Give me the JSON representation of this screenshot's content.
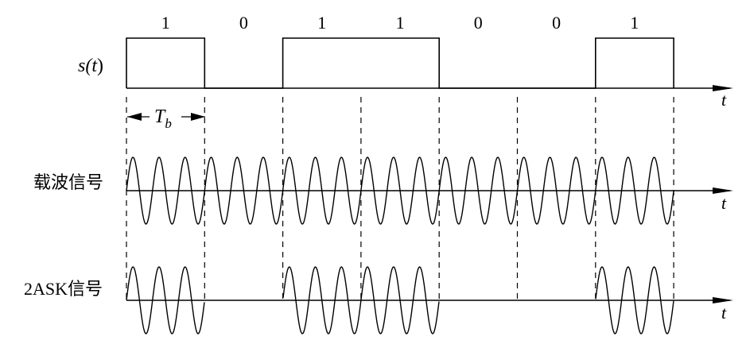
{
  "bits": [
    "1",
    "0",
    "1",
    "1",
    "0",
    "0",
    "1"
  ],
  "labels": {
    "signal_label_prefix": "s(",
    "signal_label_var": "t",
    "signal_label_suffix": ")",
    "carrier_label": "载波信号",
    "ask_label": "2ASK信号",
    "time_axis": "t",
    "period_main": "T",
    "period_sub": "b"
  },
  "carrier": {
    "cycles_per_bit": 3
  },
  "colors": {
    "stroke": "#000000",
    "background": "#ffffff"
  }
}
